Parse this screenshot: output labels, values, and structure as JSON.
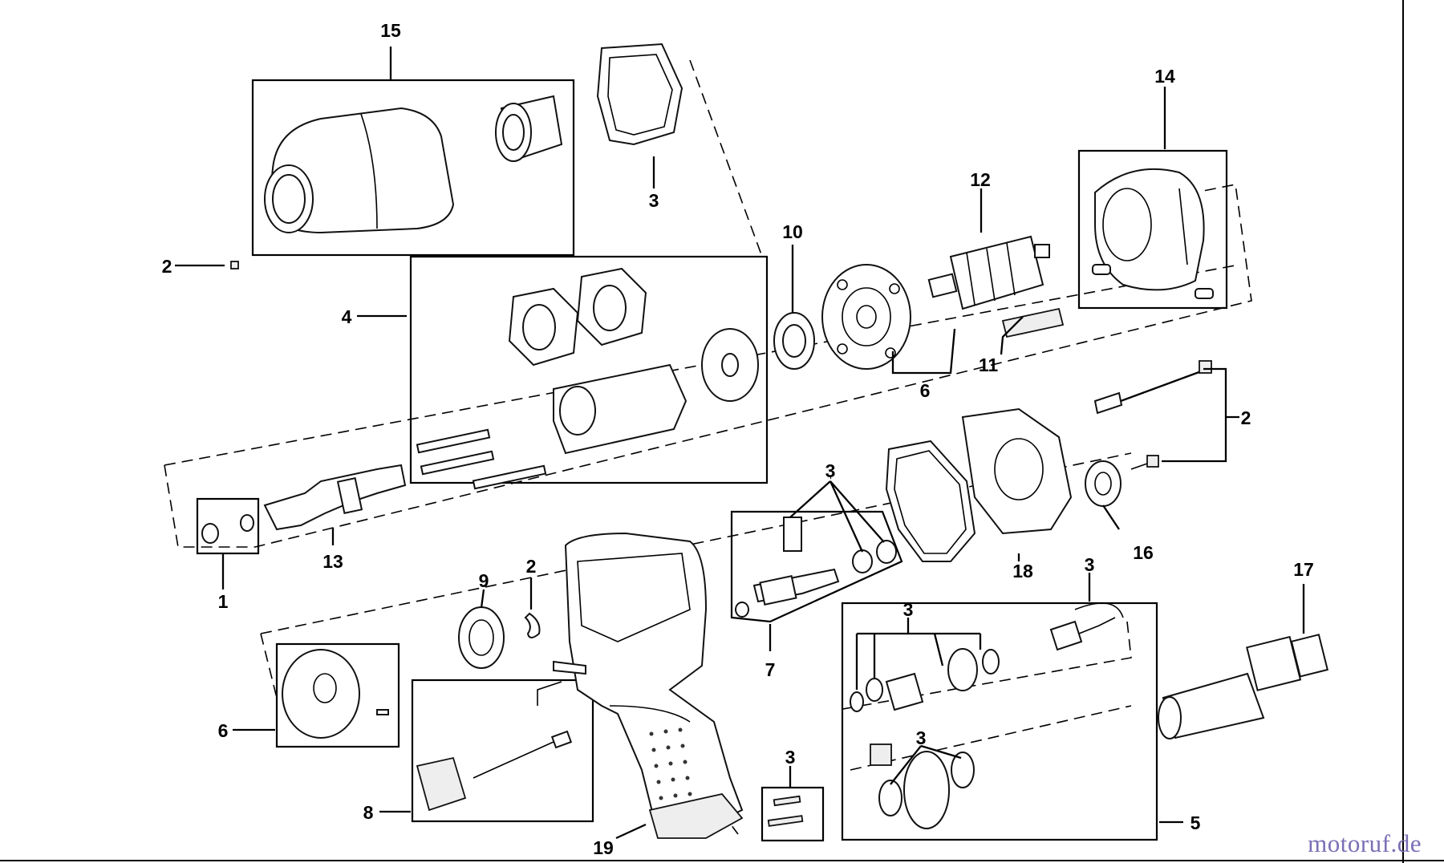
{
  "callouts": {
    "c1": "1",
    "c2a": "2",
    "c2b": "2",
    "c2c": "2",
    "c3a": "3",
    "c3b": "3",
    "c3c": "3",
    "c3d": "3",
    "c3e": "3",
    "c3f": "3",
    "c4": "4",
    "c5": "5",
    "c6a": "6",
    "c6b": "6",
    "c7": "7",
    "c8": "8",
    "c9": "9",
    "c10": "10",
    "c11": "11",
    "c12": "12",
    "c13": "13",
    "c14": "14",
    "c15": "15",
    "c16": "16",
    "c17": "17",
    "c18": "18",
    "c19": "19"
  },
  "watermark": "motoruf.de"
}
